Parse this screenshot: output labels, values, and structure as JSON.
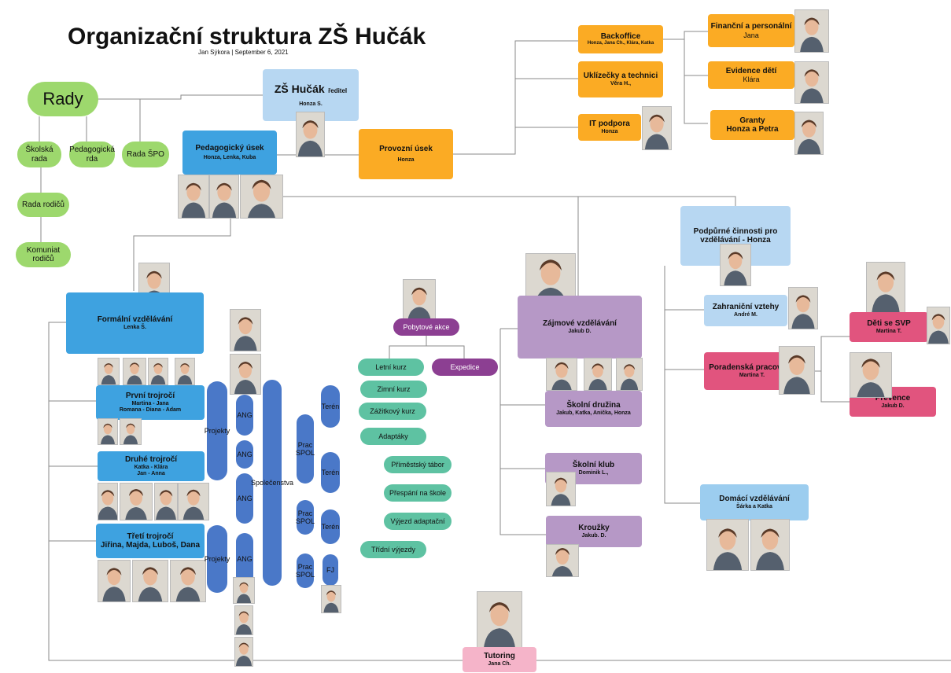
{
  "header": {
    "title": "Organizační struktura ZŠ Hučák",
    "author": "Jan Sýkora",
    "date": "September 6, 2021"
  },
  "rady": {
    "title": "Rady",
    "skolska": "Školská rada",
    "pedagogicka": "Pedagogická rda",
    "spo": "Rada ŠPO",
    "rodicu": "Rada rodičů",
    "komuniat": "Komuniat rodičů"
  },
  "reditel": {
    "title": "ZŠ Hučák",
    "suffix": "ředitel",
    "name": "Honza S."
  },
  "provozni": {
    "title": "Provozní úsek",
    "name": "Honza"
  },
  "backoffice": {
    "title": "Backoffice",
    "name": "Honza, Jana Ch., Klára, Katka"
  },
  "uklid": {
    "title": "Uklízečky a technici",
    "name": "Věra H.,"
  },
  "it": {
    "title": "IT podpora",
    "name": "Honza"
  },
  "financni": {
    "title": "Finanční a personální",
    "name": "Jana"
  },
  "evidence": {
    "title": "Evidence dětí",
    "name": "Klára"
  },
  "granty": {
    "title": "Granty",
    "name": "Honza a Petra"
  },
  "pedagogicky": {
    "title": "Pedagogický úsek",
    "name": "Honza, Lenka, Kuba"
  },
  "formalni": {
    "title": "Formální vzdělávání",
    "name": "Lenka Š."
  },
  "prvni": {
    "title": "První trojročí",
    "line1": "Martina - Jana",
    "line2": "Romana - Diana - Adam"
  },
  "druhe": {
    "title": "Druhé trojročí",
    "line1": "Katka - Klára",
    "line2": "Jan - Anna"
  },
  "treti": {
    "title": "Třetí trojročí",
    "line1": "Jiřina, Majda, Luboš, Dana"
  },
  "subjects": {
    "projekty": "Projekty",
    "ang": "ANG",
    "spolecenstva": "Společenstva",
    "pracspol": "Prac SPOL",
    "teren": "Terén",
    "fj": "FJ"
  },
  "pobytove": {
    "title": "Pobytové akce",
    "expedice": "Expedice",
    "items": [
      "Letní kurz",
      "Zimní kurz",
      "Zážitkový kurz",
      "Adaptáky",
      "Příměstský tábor",
      "Přespání na škole",
      "Výjezd adaptační",
      "Třídní výjezdy"
    ]
  },
  "zajmove": {
    "title": "Zájmové vzdělávání",
    "name": "Jakub D."
  },
  "druzina": {
    "title": "Školní družina",
    "name": "Jakub, Katka, Anička, Honza"
  },
  "klub": {
    "title": "Školní klub",
    "name": "Dominik L.,"
  },
  "krouzky": {
    "title": "Kroužky",
    "name": "Jakub. D."
  },
  "podpurne": {
    "title": "Podpůrné činnosti pro vzdělávání - Honza"
  },
  "zahranicni": {
    "title": "Zahraniční vztehy",
    "name": "André M."
  },
  "poradenske": {
    "title": "Poradenská pracoviště",
    "name": "Martina T."
  },
  "svp": {
    "title": "Děti se SVP",
    "name": "Martina T."
  },
  "prevence": {
    "title": "Prevence",
    "name": "Jakub D."
  },
  "domaci": {
    "title": "Domácí vzdělávání",
    "name": "Šárka a Katka"
  },
  "tutoring": {
    "title": "Tutoring",
    "name": "Jana Ch."
  },
  "colors": {
    "orange": "#fbab24",
    "blue": "#3ea2e0",
    "lightblue": "#b7d7f2",
    "purple": "#b698c6",
    "pink": "#e1547e",
    "green": "#9dd86d",
    "teal": "#5ec2a2",
    "darkpurple": "#8c3f92",
    "subjectblue": "#4a78c8"
  }
}
